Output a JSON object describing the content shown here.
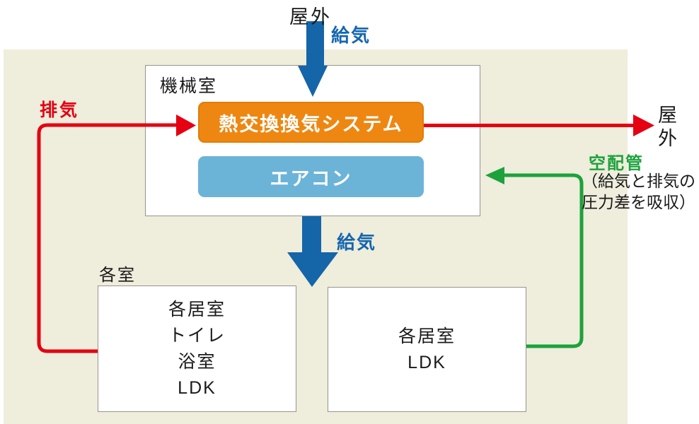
{
  "diagram": {
    "title_context": "heat-exchange ventilation system airflow diagram",
    "labels": {
      "outdoor_top": "屋外",
      "supply_top": "給気",
      "exhaust": "排気",
      "machine_room": "機械室",
      "heat_exchange_unit": "熱交換換気システム",
      "aircon_unit": "エアコン",
      "outdoor_right_char1": "屋",
      "outdoor_right_char2": "外",
      "air_pipe": "空配管",
      "air_pipe_note_line1": "（給気と排気の",
      "air_pipe_note_line2": "圧力差を吸収）",
      "supply_mid": "給気",
      "rooms": "各室",
      "room_left_line1": "各居室",
      "room_left_line2": "トイレ",
      "room_left_line3": "浴室",
      "room_left_line4": "LDK",
      "room_right_line1": "各居室",
      "room_right_line2": "LDK"
    },
    "colors": {
      "panel_background": "#efeddc",
      "box_border_gray": "#97948e",
      "heat_exchange_orange": "#ee8712",
      "aircon_light_blue": "#6cb3d8",
      "supply_arrow_blue": "#1565a9",
      "supply_text_blue": "#1566ae",
      "exhaust_red": "#e50012",
      "air_pipe_green": "#1ca23c",
      "text_black": "#1a1a1a",
      "box_fill_white": "#ffffff"
    }
  }
}
